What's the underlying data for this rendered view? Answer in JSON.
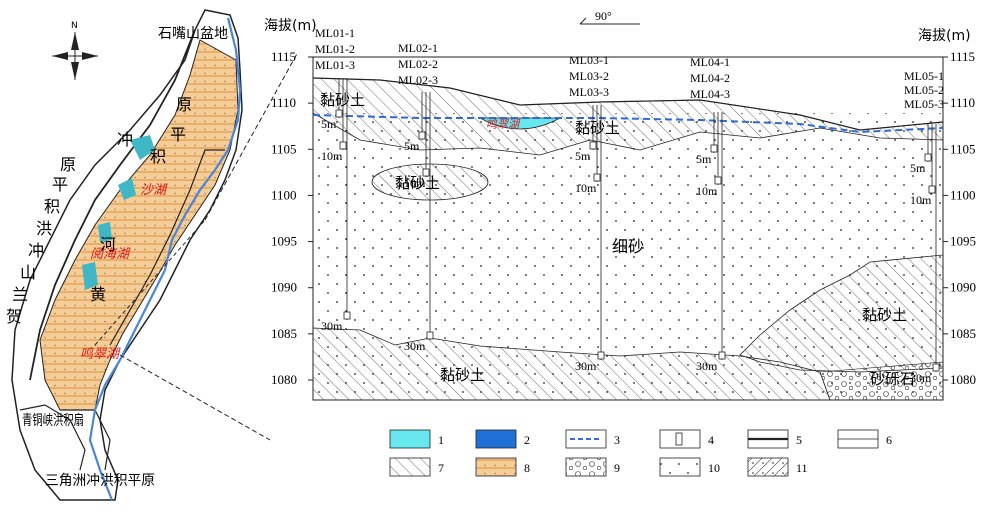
{
  "map": {
    "north_label": "N",
    "labels": {
      "shizuishan": "石嘴山盆地",
      "shahu": "沙湖",
      "yuehaihu": "阅海湖",
      "mingcuihu": "鸣翠湖",
      "qingtongxia": "青铜峡洪积扇",
      "sanjiaozhou": "三角洲冲洪积平原",
      "plain_chars": [
        "原",
        "平",
        "积",
        "冲",
        "河",
        "黄"
      ],
      "left_chars": [
        "原",
        "平",
        "积",
        "洪",
        "冲",
        "山",
        "兰",
        "贺"
      ]
    }
  },
  "section": {
    "ylabel_left": "海拔(m)",
    "ylabel_right": "海拔(m)",
    "direction": "90°",
    "y_ticks": [
      "1115",
      "1110",
      "1105",
      "1100",
      "1095",
      "1090",
      "1085",
      "1080"
    ],
    "wells": [
      {
        "ids": [
          "ML01-1",
          "ML01-2",
          "ML01-3"
        ],
        "depths": [
          "5m",
          "10m",
          "30m"
        ]
      },
      {
        "ids": [
          "ML02-1",
          "ML02-2",
          "ML02-3"
        ],
        "depths": [
          "5m",
          "10m",
          "30m"
        ]
      },
      {
        "ids": [
          "ML03-1",
          "ML03-2",
          "ML03-3"
        ],
        "depths": [
          "5m",
          "10m",
          "30m"
        ]
      },
      {
        "ids": [
          "ML04-1",
          "ML04-2",
          "ML04-3"
        ],
        "depths": [
          "5m",
          "10m",
          "30m"
        ]
      },
      {
        "ids": [
          "ML05-1",
          "ML05-2",
          "ML05-3"
        ],
        "depths": [
          "5m",
          "10m",
          "30m"
        ]
      }
    ],
    "layers": {
      "clay_top": "黏砂土",
      "clay_lens": "黏砂土",
      "clay_mid": "黏砂土",
      "fine_sand": "细砂",
      "clay_bottom": "黏砂土",
      "clay_right": "黏砂土",
      "gravel": "砂砾石",
      "lake": "鸣翠湖"
    }
  },
  "legend": {
    "items": [
      "1",
      "2",
      "3",
      "4",
      "5",
      "6",
      "7",
      "8",
      "9",
      "10",
      "11"
    ]
  },
  "colors": {
    "lake": "#66e8ee",
    "water_blue": "#1f6fd6",
    "water_table": "#3a6fd8",
    "plain_fill": "#f2c68e",
    "red_label": "#e01818"
  }
}
